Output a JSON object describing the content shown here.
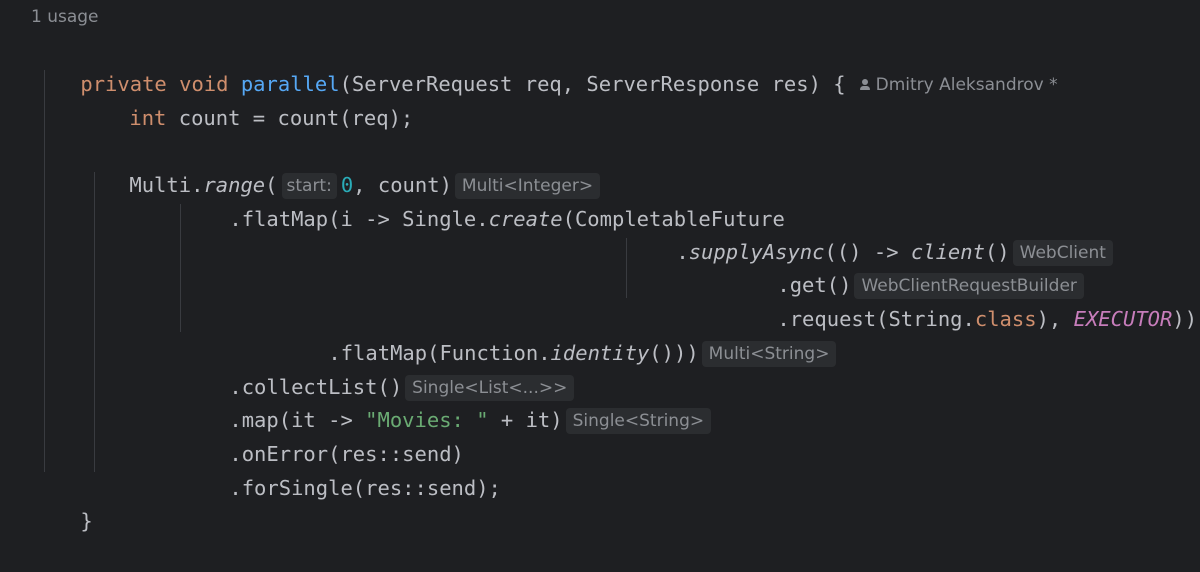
{
  "usage_label": "1 usage",
  "author": {
    "name": "Dmitry Aleksandrov",
    "modified_marker": "*"
  },
  "code": {
    "l1": {
      "kw_private": "private",
      "kw_void": "void",
      "method": "parallel",
      "params": "(ServerRequest req, ServerResponse res) {"
    },
    "l2": {
      "kw_int": "int",
      "rest": " count = count(req);"
    },
    "l3": {
      "a": "Multi.",
      "b": "range",
      "c": "(",
      "hint_start": "start:",
      "num": "0",
      "d": ", count)",
      "type_hint": "Multi<Integer>"
    },
    "l4": {
      "a": ".flatMap(i -> Single.",
      "b": "create",
      "c": "(CompletableFuture"
    },
    "l5": {
      "a": ".",
      "b": "supplyAsync",
      "c": "(() -> ",
      "d": "client",
      "e": "()",
      "type_hint": "WebClient"
    },
    "l6": {
      "a": ".get()",
      "type_hint": "WebClientRequestBuilder"
    },
    "l7": {
      "a": ".request(String.",
      "kw_class": "class",
      "b": "), ",
      "const": "EXECUTOR",
      "c": "))"
    },
    "l8": {
      "a": ".flatMap(Function.",
      "b": "identity",
      "c": "()))",
      "type_hint": "Multi<String>"
    },
    "l9": {
      "a": ".collectList()",
      "type_hint": "Single<List<...>>"
    },
    "l10": {
      "a": ".map(it -> ",
      "str": "\"Movies: \"",
      "b": " + it)",
      "type_hint": "Single<String>"
    },
    "l11": {
      "a": ".onError(res::send)"
    },
    "l12": {
      "a": ".forSingle(res::send);"
    },
    "l13": {
      "a": "}"
    }
  },
  "colors": {
    "background": "#1e1f22",
    "keyword": "#cf8e6d",
    "method_decl": "#56a8f5",
    "number": "#2aacb8",
    "string": "#6aab73",
    "constant": "#c77dbb",
    "default_text": "#bcbec4",
    "hint_bg": "#2b2d30",
    "hint_text": "#8c8f94"
  }
}
